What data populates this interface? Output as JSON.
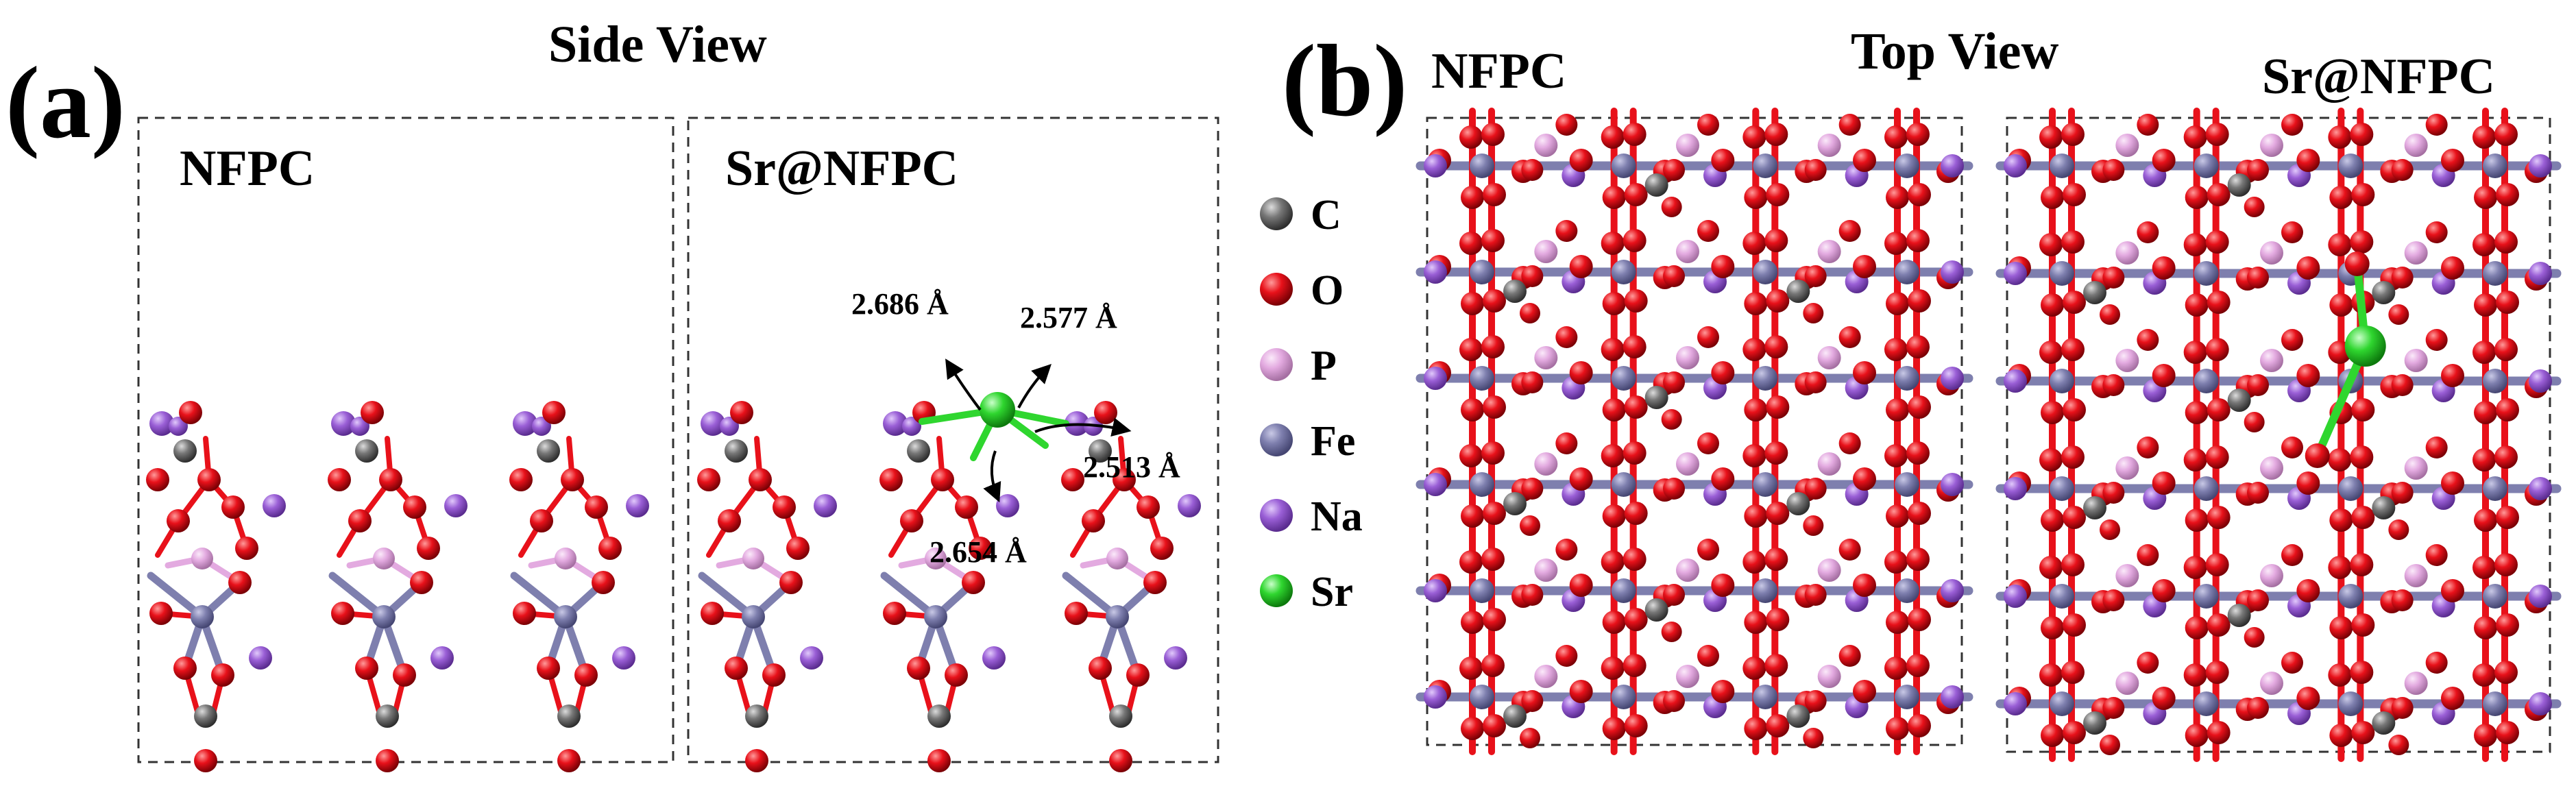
{
  "figure": {
    "panel_a_letter": "(a)",
    "panel_b_letter": "(b)",
    "side_view_title": "Side View",
    "top_view_title": "Top View",
    "side_left_label": "NFPC",
    "side_right_label": "Sr@NFPC",
    "top_left_label": "NFPC",
    "top_right_label": "Sr@NFPC"
  },
  "distances": [
    "2.686 Å",
    "2.577 Å",
    "2.513 Å",
    "2.654 Å"
  ],
  "legend": [
    {
      "symbol": "C",
      "color": "#6e6e6e"
    },
    {
      "symbol": "O",
      "color": "#e8111a"
    },
    {
      "symbol": "P",
      "color": "#e3aae0"
    },
    {
      "symbol": "Fe",
      "color": "#7e7fae"
    },
    {
      "symbol": "Na",
      "color": "#9a5fd6"
    },
    {
      "symbol": "Sr",
      "color": "#2fd62f"
    }
  ],
  "colors": {
    "bond_fe": "#7e7fae",
    "bond_o": "#e8111a",
    "bond_p": "#e3aae0",
    "bond_sr": "#2fd62f",
    "box_border": "#333333"
  }
}
